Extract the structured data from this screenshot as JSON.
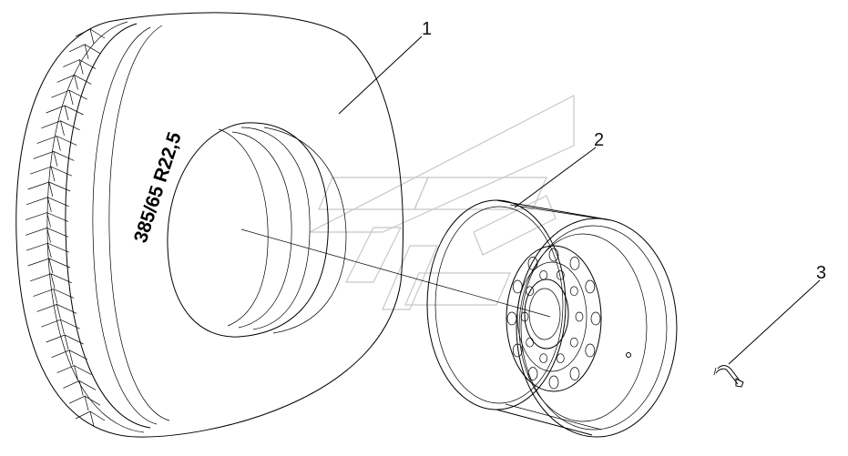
{
  "diagram": {
    "tire_label": "385/65 R22,5",
    "callouts": [
      {
        "id": "1",
        "label": "1"
      },
      {
        "id": "2",
        "label": "2"
      },
      {
        "id": "3",
        "label": "3"
      }
    ],
    "colors": {
      "line": "#000000",
      "watermark": "#c8c8c8",
      "background": "#ffffff"
    }
  }
}
